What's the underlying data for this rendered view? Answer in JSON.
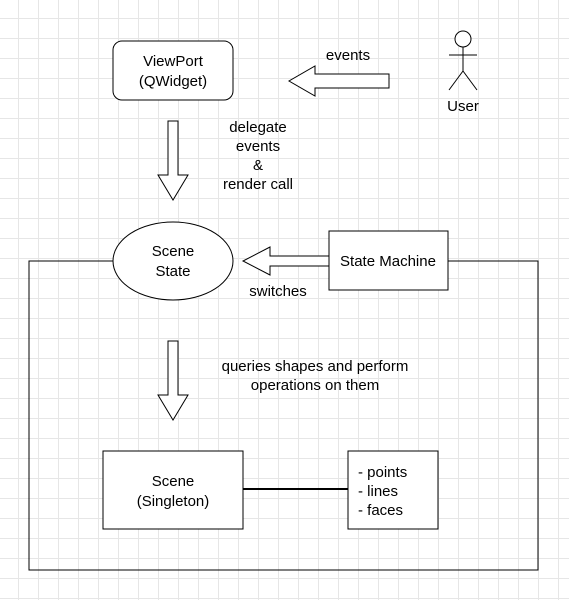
{
  "nodes": {
    "viewport": {
      "line1": "ViewPort",
      "line2": "(QWidget)"
    },
    "user": {
      "label": "User"
    },
    "scene_state": {
      "line1": "Scene",
      "line2": "State"
    },
    "state_machine": {
      "label": "State Machine"
    },
    "scene": {
      "line1": "Scene",
      "line2": "(Singleton)"
    },
    "contents": {
      "items": [
        "- points",
        "- lines",
        "- faces"
      ]
    }
  },
  "edges": {
    "events": "events",
    "delegate": [
      "delegate",
      "events",
      "&",
      "render call"
    ],
    "switches": "switches",
    "queries": [
      "queries shapes and perform",
      "operations on them"
    ]
  }
}
